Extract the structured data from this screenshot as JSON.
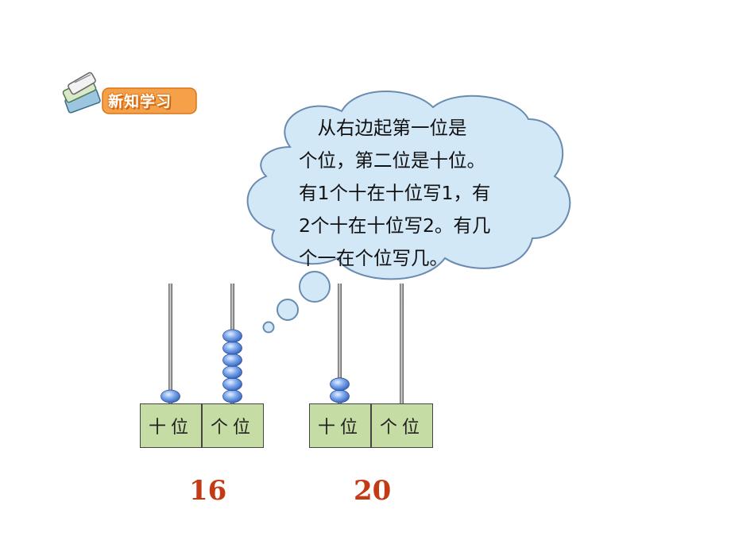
{
  "section": {
    "title": "新知学习",
    "icon": "books-icon"
  },
  "thought_bubble": {
    "lines": [
      "　从右边起第一位是",
      "个位，第二位是十位。",
      "有1个十在十位写1，有",
      "2个十在十位写2。有几",
      "个一在个位写几。"
    ]
  },
  "abacus_1": {
    "tens_label": "十位",
    "ones_label": "个位",
    "tens_beads": 1,
    "ones_beads": 6,
    "number": "16"
  },
  "abacus_2": {
    "tens_label": "十位",
    "ones_label": "个位",
    "tens_beads": 2,
    "ones_beads": 0,
    "number": "20"
  },
  "colors": {
    "cloud_fill": "#d3e8f7",
    "cloud_stroke": "#6a8bb0",
    "box_fill": "#c5dda4",
    "bead": "#5b8fe0",
    "number": "#c33a14",
    "title_badge": "#e37a1c"
  }
}
